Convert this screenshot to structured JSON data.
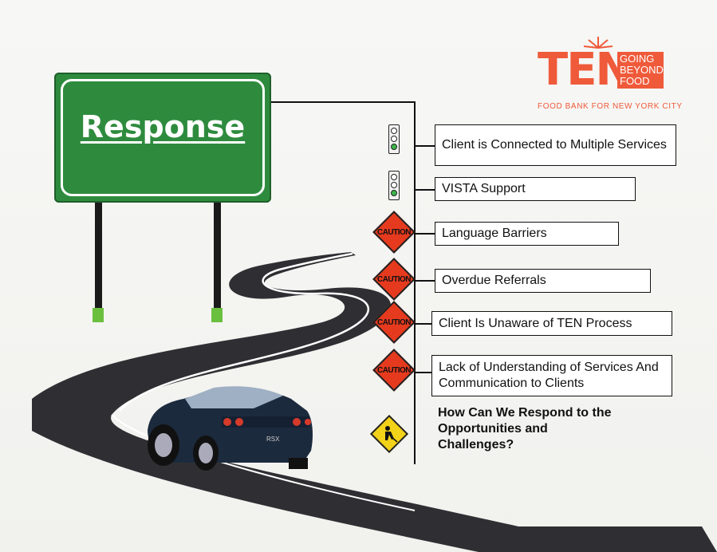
{
  "sign": {
    "title": "Response"
  },
  "logo": {
    "main": "TEN",
    "side_lines": [
      "GOING",
      "BEYOND",
      "FOOD"
    ],
    "subtitle": "FOOD BANK FOR NEW YORK CITY",
    "color": "#ef5a3a"
  },
  "items": [
    {
      "icon": "traffic-light-green-icon",
      "label": "Client is Connected to Multiple Services"
    },
    {
      "icon": "traffic-light-green-icon",
      "label": "VISTA  Support"
    },
    {
      "icon": "caution-sign-icon",
      "icon_text": "CAUTION",
      "label": "Language  Barriers"
    },
    {
      "icon": "caution-sign-icon",
      "icon_text": "CAUTION",
      "label": "Overdue  Referrals"
    },
    {
      "icon": "caution-sign-icon",
      "icon_text": "CAUTION",
      "label": "Client Is Unaware  of TEN Process"
    },
    {
      "icon": "caution-sign-icon",
      "icon_text": "CAUTION",
      "label": "Lack of Understanding of Services And Communication  to Clients"
    },
    {
      "icon": "road-work-sign-icon",
      "label": "How Can We Respond to the Opportunities and Challenges?"
    }
  ],
  "car": {
    "badge": "RSX"
  },
  "colors": {
    "sign_green": "#2e8b3e",
    "caution_red": "#e63a1e",
    "worker_yellow": "#f3d21a",
    "road": "#2f2f33"
  }
}
